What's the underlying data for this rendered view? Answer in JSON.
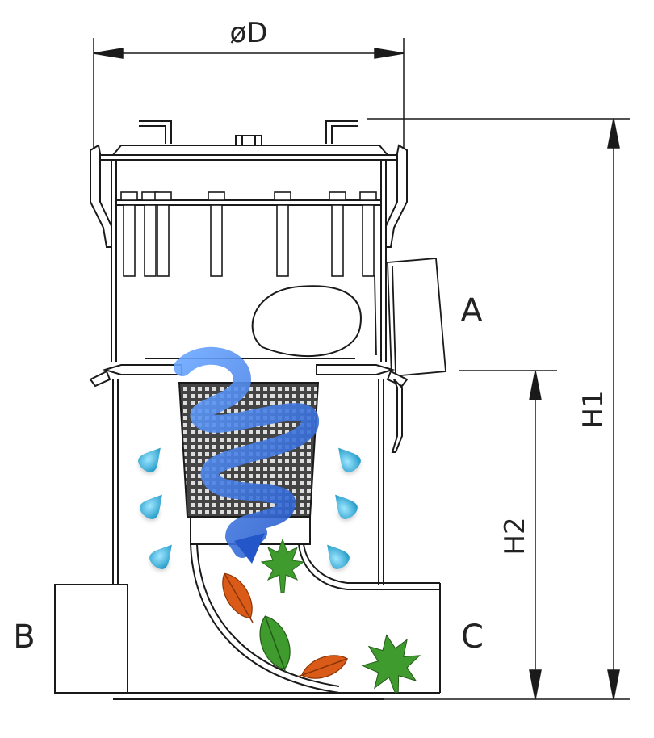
{
  "labels": {
    "diameter": "øD",
    "height_total": "H1",
    "height_inlet": "H2",
    "port_a": "A",
    "port_b": "B",
    "port_c": "C"
  },
  "colors": {
    "line": "#1a1a1a",
    "swirl": "#3a7de0",
    "drop": "#1aa7d6",
    "leaf_green": "#3f9b2e",
    "leaf_orange": "#d95b17"
  },
  "icons": [
    "swirl-arrow-icon",
    "water-drop-icon",
    "leaf-icon",
    "filter-basket-icon"
  ]
}
